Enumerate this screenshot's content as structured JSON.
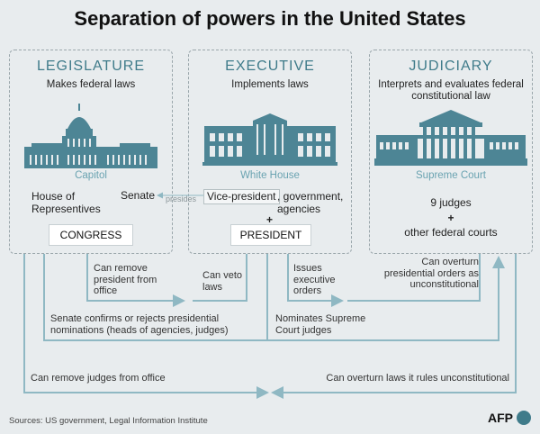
{
  "title": "Separation of powers in the United States",
  "legislature": {
    "name": "LEGISLATURE",
    "role": "Makes federal laws",
    "building": "Capitol",
    "house": "House of Representives",
    "senate": "Senate",
    "badge": "CONGRESS"
  },
  "executive": {
    "name": "EXECUTIVE",
    "role": "Implements laws",
    "building": "White House",
    "vp": "Vice-president",
    "others": ", government, agencies",
    "plus": "+",
    "badge": "PRESIDENT"
  },
  "judiciary": {
    "name": "JUDICIARY",
    "role": "Interprets and evaluates federal constitutional law",
    "building": "Supreme Court",
    "judges": "9 judges",
    "plus": "+",
    "courts": "other federal courts"
  },
  "presides": "presides",
  "arrows": {
    "remove_president": "Can remove president from office",
    "veto": "Can veto laws",
    "exec_orders": "Issues executive orders",
    "overturn_orders": "Can overturn presidential orders as unconstitutional",
    "senate_confirms": "Senate confirms or rejects presidential nominations (heads of agencies, judges)",
    "nominates": "Nominates Supreme Court judges",
    "remove_judges": "Can remove judges from office",
    "overturn_laws": "Can overturn laws it rules unconstitutional"
  },
  "source": "Sources: US government, Legal Information Institute",
  "logo": "AFP",
  "colors": {
    "accent": "#3f7b8a",
    "building": "#4d8595",
    "line": "#8fb8c3"
  }
}
